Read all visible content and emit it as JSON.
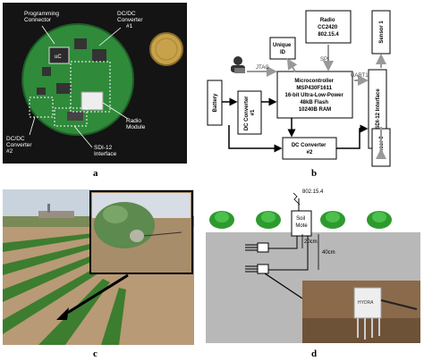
{
  "panel_a": {
    "label": "a",
    "programming_connector": "Programming\nConnector",
    "dcdc1": "DC/DC\nConverter\n#1",
    "uc": "uC",
    "radio_module": "Radio\nModule",
    "dcdc2": "DC/DC\nConverter\n#2",
    "sdi12": "SDI-12\nInterface"
  },
  "panel_b": {
    "label": "b",
    "radio": "Radio\nCC2420\n802.15.4",
    "unique_id": "Unique\nID",
    "jtag": "JTAG",
    "spi": "SPI",
    "uart1": "UART1",
    "microcontroller": "Microcontroller\nMSP430F1611\n16-bit Ultra-Low-Power\n48kB Flash\n10240B RAM",
    "battery": "Battery",
    "dc1": "DC Converter\n#1",
    "dc2": "DC Converter\n#2",
    "sdi12": "SDI-12 Interface",
    "sensor1": "Sensor 1",
    "sensor0": "Sensor 0"
  },
  "panel_c": {
    "label": "c"
  },
  "panel_d": {
    "label": "d",
    "protocol": "802.15.4",
    "soil_mote": "Soil\nMote",
    "depth1": "20cm",
    "depth2": "40cm",
    "sensor_brand": "HYDRA"
  },
  "colors": {
    "board_green": "#2f8a3a",
    "board_bg": "#121212",
    "coin": "#c8a24a",
    "soil_gray": "#b8b8b8",
    "lettuce": "#2e9a2e",
    "sky": "#c9d3dd"
  }
}
